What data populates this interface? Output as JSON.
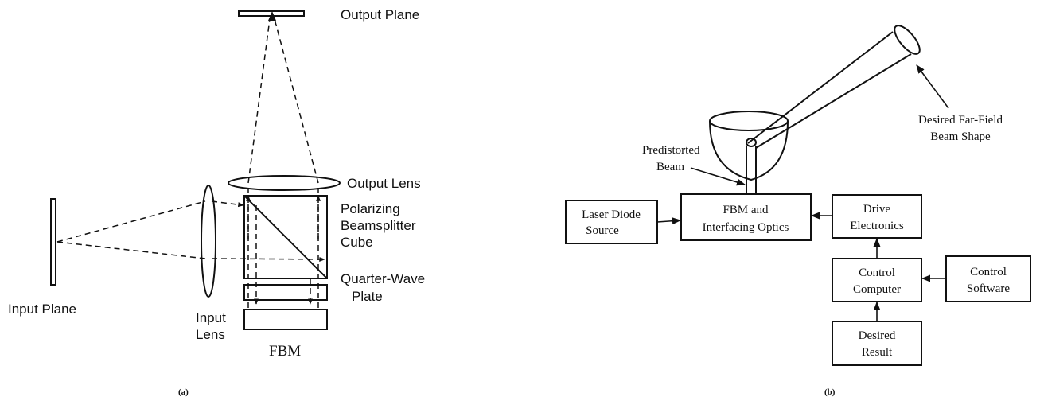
{
  "panel_a": {
    "output_plane": "Output Plane",
    "output_lens": "Output Lens",
    "polarizing": [
      "Polarizing",
      "Beamsplitter",
      "Cube"
    ],
    "quarter_wave": [
      "Quarter-Wave",
      "Plate"
    ],
    "input_plane": "Input Plane",
    "input_lens": [
      "Input",
      "Lens"
    ],
    "fbm": "FBM",
    "caption": "(a)"
  },
  "panel_b": {
    "laser": [
      "Laser Diode",
      "Source"
    ],
    "fbm_optics": [
      "FBM and",
      "Interfacing Optics"
    ],
    "drive": [
      "Drive",
      "Electronics"
    ],
    "control_computer": [
      "Control",
      "Computer"
    ],
    "control_software": [
      "Control",
      "Software"
    ],
    "desired_result": [
      "Desired",
      "Result"
    ],
    "predistorted": [
      "Predistorted",
      "Beam"
    ],
    "far_field": [
      "Desired Far-Field",
      "Beam Shape"
    ],
    "caption": "(b)"
  }
}
